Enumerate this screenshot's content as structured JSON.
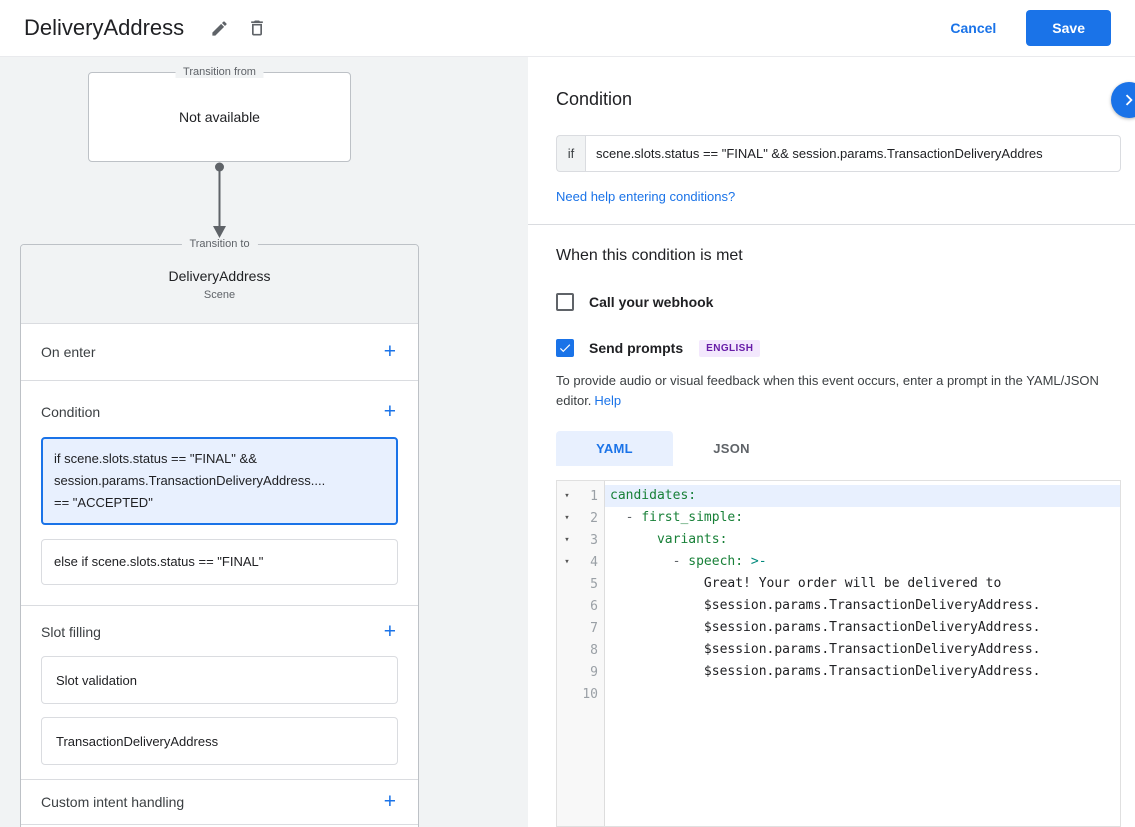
{
  "colors": {
    "accent": "#1a73e8",
    "selected_bg": "#e8f0fe",
    "badge_bg": "#f3e8fd",
    "badge_text": "#681da8",
    "code_key_green": "#188038"
  },
  "icons": {
    "plus": "+",
    "fold_arrow": "▾"
  },
  "header": {
    "title": "DeliveryAddress",
    "cancel_label": "Cancel",
    "save_label": "Save"
  },
  "left_panel": {
    "transition_from": {
      "label": "Transition from",
      "value": "Not available"
    },
    "transition_to": {
      "label": "Transition to",
      "title": "DeliveryAddress",
      "subtitle": "Scene",
      "on_enter_label": "On enter",
      "condition_label": "Condition",
      "condition_items": {
        "selected": {
          "line1": "if scene.slots.status == \"FINAL\" &&",
          "line2": "session.params.TransactionDeliveryAddress....",
          "line3": "== \"ACCEPTED\""
        },
        "else_item": "else if scene.slots.status == \"FINAL\""
      },
      "slot_filling_label": "Slot filling",
      "slot_items": {
        "validation": "Slot validation",
        "parameter": "TransactionDeliveryAddress"
      },
      "custom_intent_label": "Custom intent handling"
    }
  },
  "right_panel": {
    "condition_heading": "Condition",
    "if_label": "if",
    "condition_value": "scene.slots.status == \"FINAL\" && session.params.TransactionDeliveryAddres",
    "help_link": "Need help entering conditions?",
    "when_heading": "When this condition is met",
    "webhook_label": "Call your webhook",
    "prompts_label": "Send prompts",
    "language_badge": "ENGLISH",
    "description": "To provide audio or visual feedback when this event occurs, enter a prompt in the YAML/JSON editor.",
    "help_label": "Help",
    "tabs": {
      "yaml": "YAML",
      "json": "JSON"
    },
    "editor": {
      "lines": [
        {
          "num": "1",
          "a": "candidates:"
        },
        {
          "num": "2",
          "a": "  - ",
          "b": "first_simple:"
        },
        {
          "num": "3",
          "a": "      ",
          "b": "variants:"
        },
        {
          "num": "4",
          "a": "        - ",
          "b": "speech:",
          "c": " >-"
        },
        {
          "num": "5",
          "a": "            Great! Your order will be delivered to"
        },
        {
          "num": "6",
          "a": "            $session.params.TransactionDeliveryAddress."
        },
        {
          "num": "7",
          "a": "            $session.params.TransactionDeliveryAddress."
        },
        {
          "num": "8",
          "a": "            $session.params.TransactionDeliveryAddress."
        },
        {
          "num": "9",
          "a": "            $session.params.TransactionDeliveryAddress."
        },
        {
          "num": "10"
        }
      ]
    }
  }
}
